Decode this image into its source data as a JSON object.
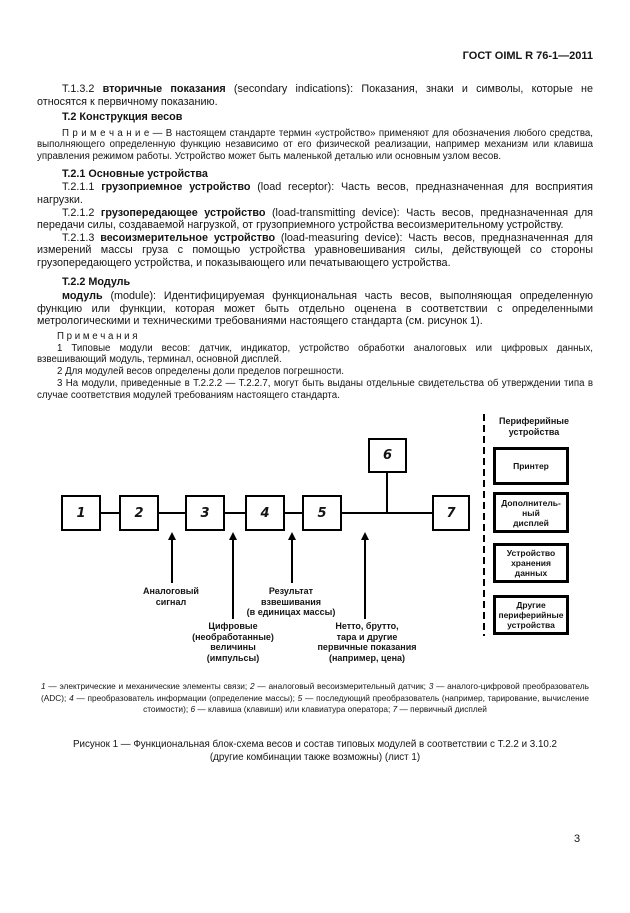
{
  "page": {
    "header": "ГОСТ OIML R 76-1—2011",
    "page_number": "3"
  },
  "content": {
    "p_t132": {
      "num": "Т.1.3.2 ",
      "term": "вторичные показания",
      "rest": " (secondary indications): Показания, знаки и символы, которые не относятся к первичному показанию."
    },
    "h_t2": "Т.2 Конструкция весов",
    "note_t2": {
      "label": "П р и м е ч а н и е",
      "text": " — В настоящем стандарте термин «устройство» применяют для обозначения любого средства, выполняющего определенную функцию независимо от его физической реализации, например механизм или клавиша управления режимом работы. Устройство может быть маленькой деталью или основным узлом весов."
    },
    "h_t21": "Т.2.1 Основные устройства",
    "p_t211": {
      "num": "Т.2.1.1 ",
      "term": "грузоприемное устройство",
      "rest": " (load receptor): Часть весов, предназначенная для восприятия нагрузки."
    },
    "p_t212": {
      "num": "Т.2.1.2 ",
      "term": "грузопередающее устройство",
      "rest": " (load-transmitting device): Часть весов, предназначенная для передачи силы, создаваемой нагрузкой, от грузоприемного устройства весоизмерительному устройству."
    },
    "p_t213": {
      "num": "Т.2.1.3 ",
      "term": "весоизмерительное устройство",
      "rest": " (load-measuring device): Часть весов, предназначенная для измерений массы груза с помощью устройства уравновешивания силы, действующей со стороны грузопередающего устройства, и показывающего или печатывающего устройства."
    },
    "h_t22": "Т.2.2 Модуль",
    "p_module": {
      "term": "модуль",
      "rest": " (module): Идентифицируемая функциональная часть весов, выполняющая определенную функцию или функции, которая может быть отдельно оценена в соответствии с определенными метрологическими и техническими требованиями настоящего стандарта (см. рисунок 1)."
    },
    "notes": {
      "label": "П р и м е ч а н и я",
      "items": [
        "1 Типовые модули весов: датчик, индикатор, устройство обработки аналоговых или цифровых  данных, взвешивающий модуль, терминал, основной дисплей.",
        "2 Для модулей весов определены доли пределов погрешности.",
        "3 На модули, приведенные в Т.2.2.2 — Т.2.2.7, могут быть выданы отдельные свидетельства об утверждении типа в случае соответствия модулей требованиям настоящего стандарта."
      ]
    }
  },
  "figure": {
    "modules": [
      "1",
      "2",
      "3",
      "4",
      "5",
      "6",
      "7"
    ],
    "signal_labels": [
      "Аналоговый\nсигнал",
      "Цифровые\n(необработанные)\nвеличины\n(импульсы)",
      "Результат\nвзвешивания\n(в единицах массы)",
      "Нетто, брутто,\nтара и другие\nпервичные показания\n(например, цена)"
    ],
    "peripherals_header": "Периферийные\nустройства",
    "peripherals": [
      "Принтер",
      "Дополнитель-\nный\nдисплей",
      "Устройство\nхранения\nданных",
      "Другие\nпериферийные\nустройства"
    ],
    "legend": [
      {
        "n": "1",
        "t": " — электрические и механические элементы связи; "
      },
      {
        "n": "2",
        "t": " — аналоговый весоизмерительный датчик; "
      },
      {
        "n": "3",
        "t": " — аналого-цифровой преобразователь (ADC); "
      },
      {
        "n": "4",
        "t": " — преобразователь информации (определение массы); "
      },
      {
        "n": "5",
        "t": " — последующий преобразователь (например, тарирование, вычисление стоимости); "
      },
      {
        "n": "6",
        "t": " — клавиша (клавиши) или клавиатура оператора; "
      },
      {
        "n": "7",
        "t": " — первичный дисплей"
      }
    ],
    "caption": "Рисунок 1 — Функциональная блок-схема весов и состав типовых модулей в соответствии с Т.2.2 и 3.10.2\n(другие комбинации также возможны) (лист 1)"
  }
}
